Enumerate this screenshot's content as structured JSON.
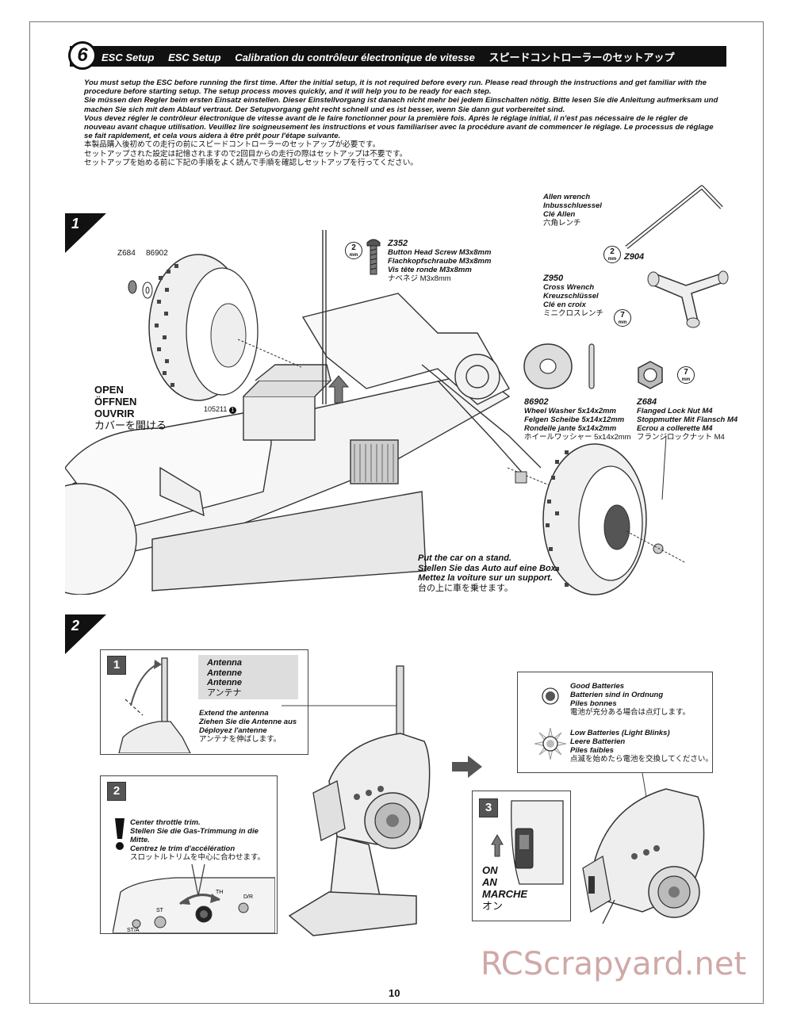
{
  "header": {
    "step_number": "6",
    "titles": [
      "ESC Setup",
      "ESC Setup",
      "Calibration du contrôleur électronique de vitesse",
      "スピードコントローラーのセットアップ"
    ]
  },
  "intro": {
    "en": "You must setup the ESC before running the first time.  After the initial setup, it is not required before every run. Please read through the instructions and get familiar with the procedure before starting setup.  The setup process moves quickly, and it will help you to be ready for each step.",
    "de": "Sie müssen den Regler beim ersten Einsatz einstellen. Dieser Einstellvorgang ist danach nicht mehr bei jedem Einschalten nötig. Bitte lesen Sie die Anleitung aufmerksam und machen Sie sich mit dem Ablauf vertraut. Der Setupvorgang geht recht schnell und es ist besser, wenn Sie dann gut vorbereitet sind.",
    "fr": "Vous devez régler le contrôleur électronique de vitesse avant de le faire fonctionner pour la première fois. Après le réglage initial, il n'est pas nécessaire de le régler de nouveau avant chaque utilisation. Veuillez lire soigneusement les instructions et vous familiariser avec la procédure avant de commencer le réglage. Le processus de réglage se fait rapidement, et cela vous aidera à être prêt pour l'étape suivante.",
    "jp1": "本製品購入後初めての走行の前にスピードコントローラーのセットアップが必要です。",
    "jp2": "セットアップされた設定は記憶されますので2回目からの走行の際はセットアップは不要です。",
    "jp3": "セットアップを始める前に下記の手順をよく読んで手順を確認しセットアップを行ってください。"
  },
  "step1": {
    "number": "1",
    "codes": {
      "z684": "Z684",
      "n86902": "86902",
      "n105211": "105211"
    },
    "open": [
      "OPEN",
      "ÖFFNEN",
      "OUVRIR",
      "カバーを開ける"
    ],
    "screw": {
      "code": "Z352",
      "mm": "2",
      "lines": [
        "Button Head Screw M3x8mm",
        "Flachkopfschraube M3x8mm",
        "Vis tête ronde M3x8mm",
        "ナベネジ M3x8mm"
      ]
    },
    "allen": {
      "code": "Z904",
      "mm": "2",
      "lines": [
        "Allen wrench",
        "Inbusschluessel",
        "Clé Allen",
        "六角レンチ"
      ]
    },
    "cross": {
      "code": "Z950",
      "mm": "7",
      "lines": [
        "Cross Wrench",
        "Kreuzschlüssel",
        "Clé en croix",
        "ミニクロスレンチ"
      ]
    },
    "washer": {
      "code": "86902",
      "lines": [
        "Wheel Washer 5x14x2mm",
        "Felgen Scheibe 5x14x12mm",
        "Rondelle jante  5x14x2mm",
        "ホイールワッシャー 5x14x2mm"
      ]
    },
    "nut": {
      "code": "Z684",
      "mm": "7",
      "lines": [
        "Flanged Lock Nut M4",
        "Stoppmutter Mit Flansch M4",
        "Ecrou a collerette M4",
        "フランジロックナット M4"
      ]
    },
    "stand": [
      "Put the car on a stand.",
      "Stellen Sie das Auto auf eine Box.",
      "Mettez la voiture sur un support.",
      "台の上に車を乗せます。"
    ],
    "mm_unit": "mm"
  },
  "step2": {
    "number": "2",
    "sub1": {
      "num": "1",
      "antenna": [
        "Antenna",
        "Antenne",
        "Antenne",
        "アンテナ"
      ],
      "extend": [
        "Extend the antenna",
        "Ziehen Sie die Antenne aus",
        "Déployez l'antenne",
        "アンテナを伸ばします。"
      ]
    },
    "sub2": {
      "num": "2",
      "lines": [
        "Center throttle trim.",
        "Stellen  Sie die Gas-Trimmung in die Mitte.",
        "Centrez le trim d'accélération",
        "スロットルトリムを中心に合わせます。"
      ],
      "knob_labels": [
        "TH",
        "ST",
        "D/R",
        "ST/A"
      ]
    },
    "sub3": {
      "num": "3",
      "on": [
        "ON",
        "AN",
        "MARCHE",
        "オン"
      ]
    },
    "good": [
      "Good Batteries",
      "Batterien sind in Ordnung",
      "Piles bonnes",
      "電池が充分ある場合は点灯します。"
    ],
    "low": [
      "Low Batteries (Light Blinks)",
      "Leere Batterien",
      "Piles faibles",
      "点滅を始めたら電池を交換してください。"
    ]
  },
  "page_number": "10",
  "watermark": "RCScrapyard.net",
  "colors": {
    "header_bg": "#111111",
    "watermark": "#c79a98",
    "box_border": "#444444"
  }
}
